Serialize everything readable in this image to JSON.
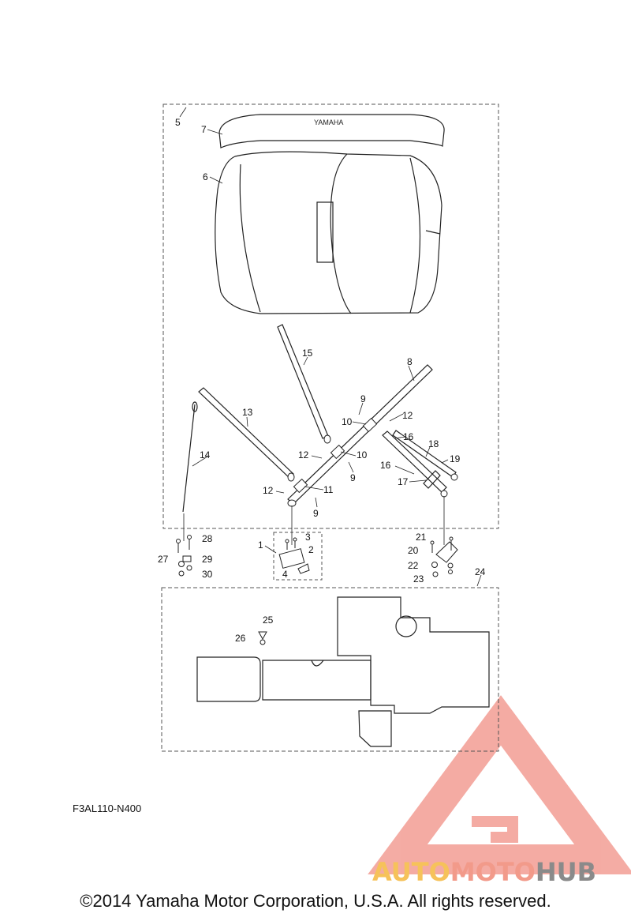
{
  "diagram": {
    "callouts": [
      {
        "id": "5",
        "text": "5"
      },
      {
        "id": "7",
        "text": "7"
      },
      {
        "id": "6",
        "text": "6"
      },
      {
        "id": "15",
        "text": "15"
      },
      {
        "id": "8",
        "text": "8"
      },
      {
        "id": "13",
        "text": "13"
      },
      {
        "id": "9a",
        "text": "9"
      },
      {
        "id": "12a",
        "text": "12"
      },
      {
        "id": "10a",
        "text": "10"
      },
      {
        "id": "16a",
        "text": "16"
      },
      {
        "id": "18",
        "text": "18"
      },
      {
        "id": "14",
        "text": "14"
      },
      {
        "id": "12b",
        "text": "12"
      },
      {
        "id": "10b",
        "text": "10"
      },
      {
        "id": "19",
        "text": "19"
      },
      {
        "id": "16b",
        "text": "16"
      },
      {
        "id": "9b",
        "text": "9"
      },
      {
        "id": "17",
        "text": "17"
      },
      {
        "id": "12c",
        "text": "12"
      },
      {
        "id": "11",
        "text": "11"
      },
      {
        "id": "9c",
        "text": "9"
      },
      {
        "id": "28",
        "text": "28"
      },
      {
        "id": "3",
        "text": "3"
      },
      {
        "id": "21",
        "text": "21"
      },
      {
        "id": "1",
        "text": "1"
      },
      {
        "id": "2",
        "text": "2"
      },
      {
        "id": "27",
        "text": "27"
      },
      {
        "id": "29",
        "text": "29"
      },
      {
        "id": "20",
        "text": "20"
      },
      {
        "id": "22",
        "text": "22"
      },
      {
        "id": "30",
        "text": "30"
      },
      {
        "id": "4",
        "text": "4"
      },
      {
        "id": "24",
        "text": "24"
      },
      {
        "id": "23",
        "text": "23"
      },
      {
        "id": "25",
        "text": "25"
      },
      {
        "id": "26",
        "text": "26"
      }
    ],
    "strap_logo_text": "YAMAHA",
    "drawing_code": "F3AL110-N400",
    "copyright": "©2014 Yamaha Motor Corporation, U.S.A. All rights reserved."
  },
  "watermark": {
    "part1": "AUTO",
    "part2": "MOTO",
    "part3": "HUB",
    "colors": {
      "auto": "#f6c25a",
      "moto": "#f29a8a",
      "hub": "#8a8a8a",
      "triangle": "#f3a39a"
    }
  },
  "colors": {
    "line": "#222222",
    "dash": "#555555"
  }
}
